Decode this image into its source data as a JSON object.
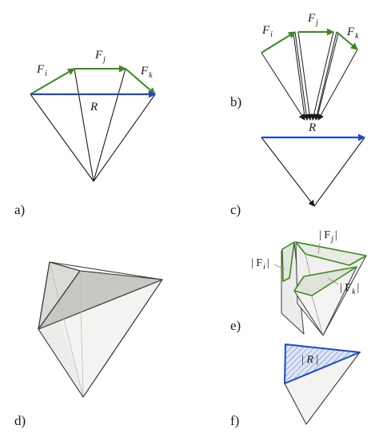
{
  "colors": {
    "green": "#3a8a1c",
    "blue": "#1f49c8",
    "black": "#1a1a1a",
    "face_light": "#efefed",
    "face_mid": "#dcdcd8",
    "face_dark": "#c4c4c0",
    "hatch": "#8fa6d8"
  },
  "panels": {
    "a": {
      "label": "a)",
      "fi": "F",
      "fi_sub": "i",
      "fj": "F",
      "fj_sub": "j",
      "fk": "F",
      "fk_sub": "k",
      "r": "R"
    },
    "b": {
      "label": "b)",
      "fi": "F",
      "fi_sub": "i",
      "fj": "F",
      "fj_sub": "j",
      "fk": "F",
      "fk_sub": "k"
    },
    "c": {
      "label": "c)",
      "r": "R"
    },
    "d": {
      "label": "d)"
    },
    "e": {
      "label": "e)",
      "fi_open": "| F",
      "fi_sub": "i",
      "fi_close": "|",
      "fj_open": "| F",
      "fj_sub": "j",
      "fj_close": "|",
      "fk_open": "| F",
      "fk_sub": "k",
      "fk_close": "|"
    },
    "f": {
      "label": "f)",
      "r_open": "| ",
      "r": "R",
      "r_close": " |"
    }
  }
}
